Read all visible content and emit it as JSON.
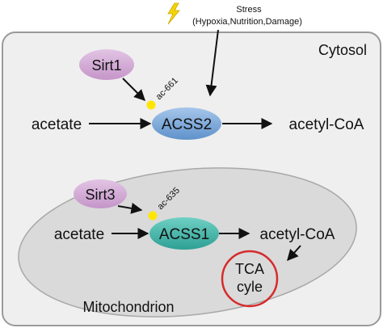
{
  "stress": {
    "title": "Stress",
    "subtitle": "(Hypoxia,Nutrition,Damage)"
  },
  "cytosol": {
    "label": "Cytosol",
    "sirt_label": "Sirt1",
    "acetylation_site": "ac-661",
    "substrate": "acetate",
    "enzyme": "ACSS2",
    "product": "acetyl-CoA"
  },
  "mitochondrion": {
    "label": "Mitochondrion",
    "sirt_label": "Sirt3",
    "acetylation_site": "ac-635",
    "substrate": "acetate",
    "enzyme": "ACSS1",
    "product": "acetyl-CoA",
    "cycle_line1": "TCA",
    "cycle_line2": "cyle"
  },
  "colors": {
    "sirt_fill": "#d4a9d6",
    "acss2_fill": "#7da9d8",
    "acss1_fill": "#3fb3a7",
    "acetyl_dot": "#ffe600",
    "tca_ring": "#d62b2b",
    "stress_bolt": "#f5d400",
    "cytosol_fill": "#efefef",
    "mito_fill": "#dadada"
  },
  "icons": {
    "stress": "lightning-bolt-icon"
  }
}
